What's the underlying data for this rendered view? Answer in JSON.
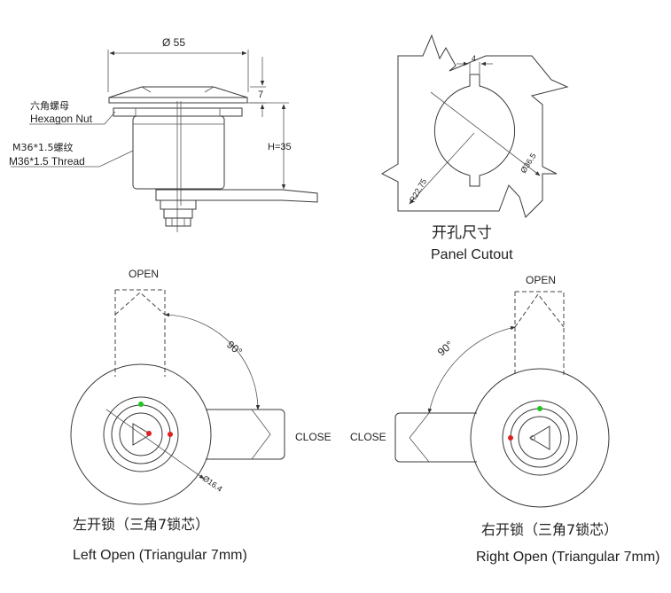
{
  "side_view": {
    "dim_diameter": "Ø 55",
    "dim_height_top": "7",
    "dim_height_body": "H=35",
    "nut_label_cn": "六角螺母",
    "nut_label_en": "Hexagon Nut",
    "thread_label_cn": "M36*1.5螺纹",
    "thread_label_en": "M36*1.5 Thread"
  },
  "cutout": {
    "dim_key": "4",
    "dim_radius": "R22.75",
    "dim_diameter": "Ø36.5",
    "title_cn": "开孔尺寸",
    "title_en": "Panel Cutout"
  },
  "left_view": {
    "open_label": "OPEN",
    "close_label": "CLOSE",
    "angle_label": "90°",
    "dim_core": "Ø16.4",
    "caption_cn": "左开锁（三角7锁芯）",
    "caption_en": "Left Open (Triangular 7mm)"
  },
  "right_view": {
    "open_label": "OPEN",
    "close_label": "CLOSE",
    "angle_label": "90°",
    "caption_cn": "右开锁（三角7锁芯）",
    "caption_en": "Right Open (Triangular 7mm)"
  },
  "colors": {
    "indicator_green": "#1fc41f",
    "indicator_red": "#e02020"
  }
}
